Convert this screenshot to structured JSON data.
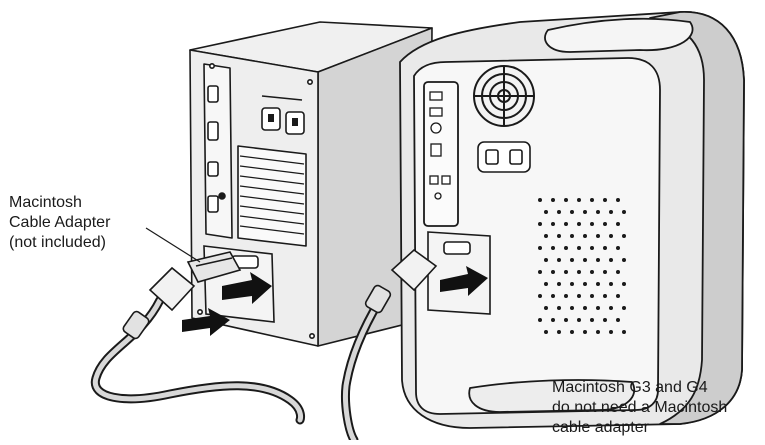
{
  "labels": {
    "adapter": {
      "line1": "Macintosh",
      "line2": "Cable Adapter",
      "line3": "(not included)"
    },
    "note": {
      "line1": "Macintosh G3 and G4",
      "line2": "do not need a Macintosh",
      "line3": "cable adapter"
    }
  },
  "colors": {
    "ink": "#1a1a1a",
    "case_light": "#eeeeee",
    "case_shade": "#cfcfcf",
    "panel": "#f4f4f4",
    "arrow": "#111111"
  },
  "icons": [
    "tower-pc-icon",
    "power-mac-g4-icon",
    "vga-cable-icon",
    "cable-adapter-icon",
    "push-arrow-icon",
    "fan-grille-icon",
    "power-socket-icon"
  ]
}
